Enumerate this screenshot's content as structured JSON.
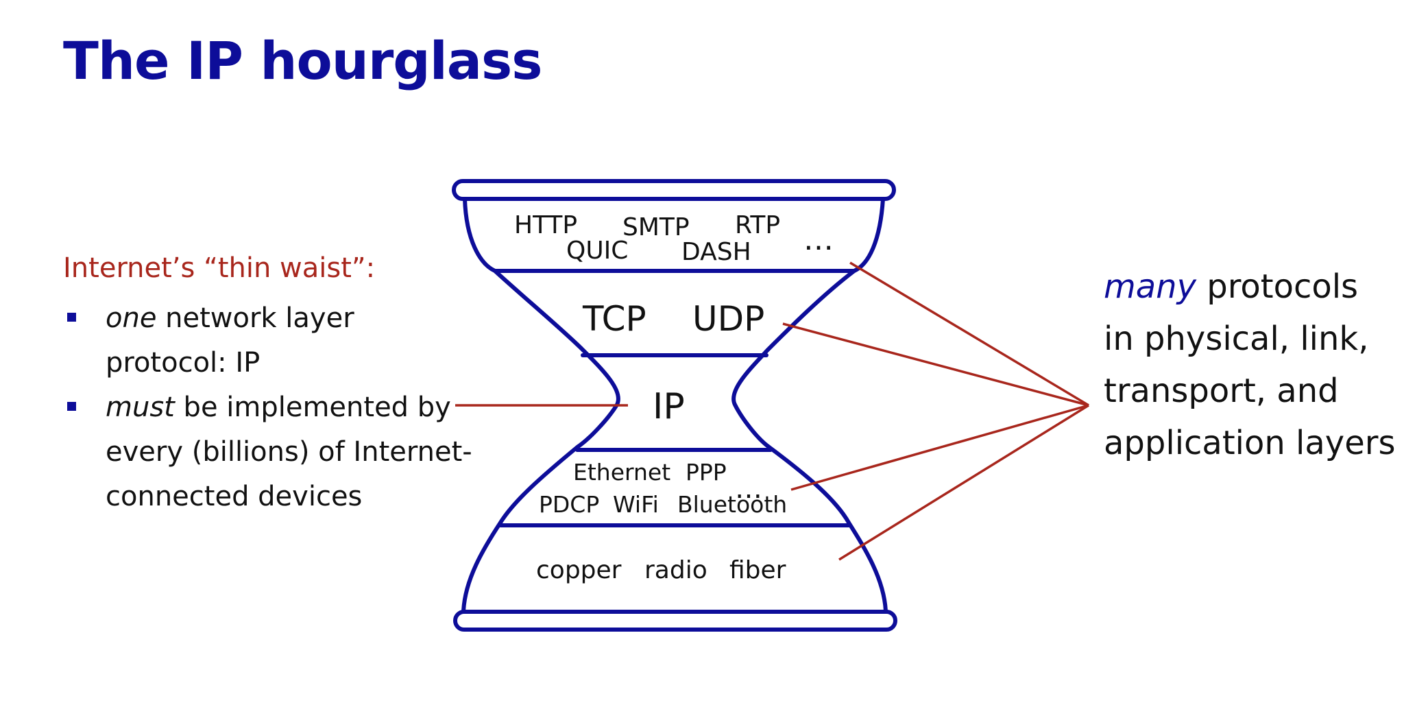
{
  "title": "The IP hourglass",
  "left": {
    "heading": "Internet’s “thin waist”:",
    "bullets": [
      {
        "em": "one",
        "rest": " network layer protocol: IP"
      },
      {
        "em": "must",
        "rest": " be implemented by every (billions) of Internet-connected devices"
      }
    ]
  },
  "layers": {
    "application": {
      "row1": [
        "HTTP",
        "SMTP",
        "RTP"
      ],
      "row2": [
        "QUIC",
        "DASH"
      ],
      "more": "…"
    },
    "transport": [
      "TCP",
      "UDP"
    ],
    "network": "IP",
    "link": {
      "row1": [
        "Ethernet",
        "PPP"
      ],
      "more": "…",
      "row2": [
        "PDCP",
        "WiFi",
        "Bluetooth"
      ]
    },
    "physical": [
      "copper",
      "radio",
      "fiber"
    ]
  },
  "right": {
    "em": "many",
    "rest": " protocols in physical, link, transport, and application layers"
  },
  "colors": {
    "title": "#0d0d99",
    "hourglass": "#0d0d99",
    "annotation": "#a8261c"
  }
}
